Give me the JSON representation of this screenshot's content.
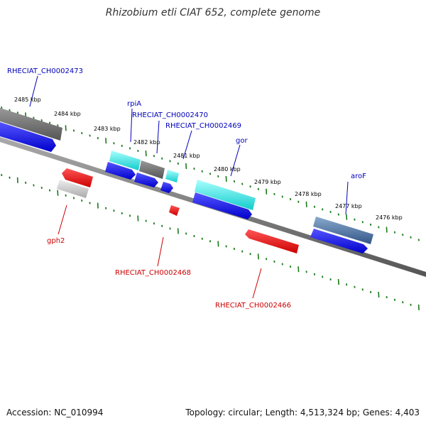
{
  "title": "Rhizobium etli CIAT 652, complete genome",
  "accession_text": "Accession: NC_010994",
  "summary_text": "Topology: circular; Length: 4,513,324 bp; Genes: 4,403",
  "kbp_labels": [
    "2485 kbp",
    "2484 kbp",
    "2483 kbp",
    "2482 kbp",
    "2481 kbp",
    "2480 kbp",
    "2479 kbp",
    "2478 kbp",
    "2477 kbp",
    "2476 kbp"
  ],
  "forward_gene_labels": [
    "RHECIAT_CH0002473",
    "rpiA",
    "RHECIAT_CH0002470",
    "RHECIAT_CH0002469",
    "gor",
    "aroF"
  ],
  "reverse_gene_labels": [
    "gph2",
    "RHECIAT_CH0002468",
    "RHECIAT_CH0002466"
  ],
  "colors": {
    "forward_label": "#0000bb",
    "reverse_label": "#cc0000",
    "tick": "#1a7a1a",
    "backbone": "#777777",
    "cds_blue": "#0000ee",
    "cds_red": "#ee0000",
    "feat_gray": "#666666",
    "feat_cyan": "#22dddd",
    "feat_steel": "#4477aa"
  }
}
